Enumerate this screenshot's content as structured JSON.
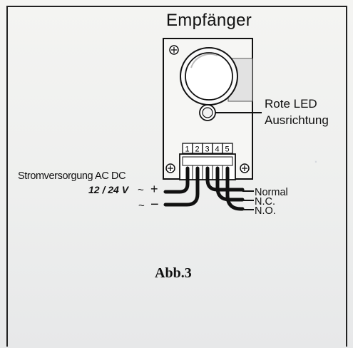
{
  "title": "Empfänger",
  "led_label_line1": "Rote LED",
  "led_label_line2": "Ausrichtung",
  "power_label": "Stromversorgung AC DC",
  "voltage_label": "12 / 24 V",
  "tilde": "~",
  "plus": "+",
  "minus": "−",
  "output_labels": [
    "Normal",
    "N.C.",
    "N.O."
  ],
  "terminal_numbers": [
    "1",
    "2",
    "3",
    "4",
    "5"
  ],
  "figure_caption": "Abb.3"
}
